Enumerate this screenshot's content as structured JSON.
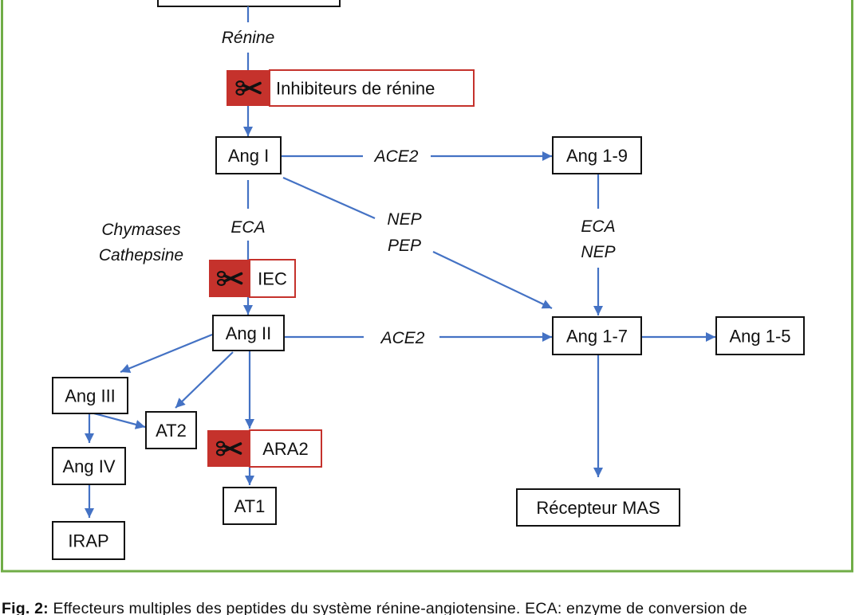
{
  "colors": {
    "frame": "#70ad47",
    "inhibitor": "#c5322c",
    "edge": "#4472c4",
    "ink": "#111111"
  },
  "nodes": {
    "ang1": "Ang I",
    "ang19": "Ang 1-9",
    "ang2": "Ang II",
    "ang17": "Ang 1-7",
    "ang15": "Ang 1-5",
    "ang3": "Ang III",
    "at2": "AT2",
    "ang4": "Ang IV",
    "at1": "AT1",
    "irap": "IRAP",
    "mas": "Récepteur MAS"
  },
  "inhibitors": {
    "renin": "Inhibiteurs de rénine",
    "iec": "IEC",
    "ara2": "ARA2",
    "icon": "scissors-icon"
  },
  "enzymes": {
    "renine": "Rénine",
    "ace2_top": "ACE2",
    "eca_left": "ECA",
    "chymases": "Chymases",
    "cathepsine": "Cathepsine",
    "nep": "NEP",
    "pep": "PEP",
    "eca_right": "ECA",
    "nep_right": "NEP",
    "ace2_mid": "ACE2"
  },
  "caption": {
    "label": "Fig. 2:",
    "text": "Effecteurs multiples des peptides du système rénine-angiotensine. ECA: enzyme de conversion de"
  }
}
